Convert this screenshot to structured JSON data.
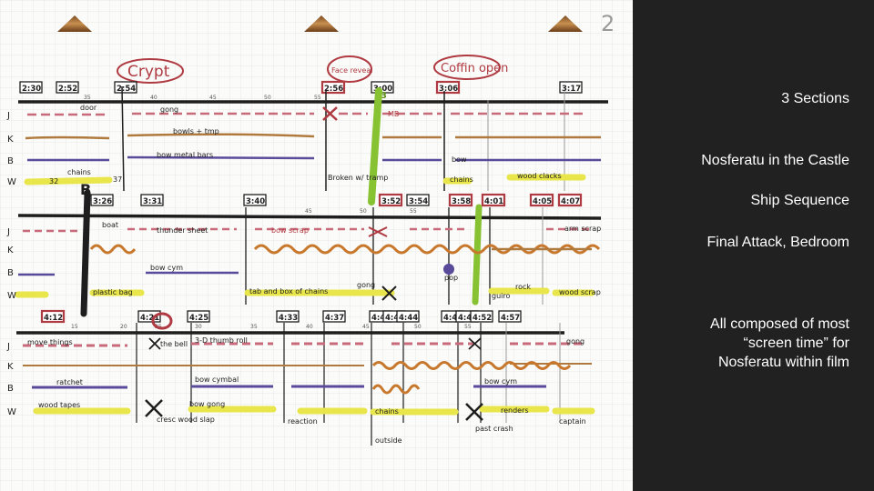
{
  "slide": {
    "page_mark": "2",
    "headings": {
      "crypt": "Crypt",
      "face_reveal": "Face reveal",
      "coffin_open": "Coffin open"
    },
    "row_letters": [
      "J",
      "K",
      "B",
      "W"
    ],
    "systems": [
      {
        "time_boxes": [
          "2:30",
          "2:52",
          "2:54",
          "2:56",
          "3:00",
          "3:06",
          "3:17"
        ],
        "section_marker": "3",
        "ruler_ticks": [
          "35",
          "40",
          "45",
          "50",
          "55"
        ],
        "labels": [
          "door",
          "gong",
          "bowls + tmp",
          "bow metal bars",
          "chains",
          "32",
          "37",
          "B",
          "MB",
          "bow",
          "chains",
          "wood clacks",
          "Broken w/ tramp"
        ]
      },
      {
        "time_boxes": [
          "3:26",
          "3:31",
          "3:40",
          "3:52",
          "3:54",
          "3:58",
          "4:01",
          "4:05",
          "4:07"
        ],
        "ruler_ticks": [
          "45",
          "50",
          "55"
        ],
        "labels": [
          "boat",
          "thunder sheet",
          "bow scrap",
          "arm scrap",
          "bow cym",
          "plastic bag",
          "tab and box of chains",
          "gong",
          "rock",
          "guiro",
          "wood scrap",
          "pop"
        ]
      },
      {
        "time_boxes": [
          "4:12",
          "4:21",
          "4:25",
          "4:33",
          "4:37",
          "4:43",
          "4:42",
          "4:44",
          "4:47",
          "4:48",
          "4:52",
          "4:57"
        ],
        "ruler_ticks": [
          "15",
          "20",
          "25",
          "30",
          "35",
          "40",
          "45",
          "50",
          "55"
        ],
        "labels": [
          "move things",
          "the bell",
          "3-D thumb roll",
          "ratchet",
          "bow cymbal",
          "bow cym",
          "wood tapes",
          "bow gong",
          "gong",
          "cresc wood slap",
          "reaction",
          "chains",
          "outside",
          "past crash",
          "renders",
          "captain"
        ]
      }
    ]
  },
  "panel": {
    "sections_title": "3 Sections",
    "scene_1": "Nosferatu in the Castle",
    "scene_2": "Ship Sequence",
    "scene_3": "Final Attack, Bedroom",
    "summary_line_1": "All composed of most",
    "summary_line_2": "“screen time” for",
    "summary_line_3": "Nosferatu within film"
  },
  "colors": {
    "panel_bg": "#212121",
    "paper": "#fbfbf9",
    "grid": "#e4e4e4",
    "ink": "#1e1e1e",
    "red": "#b03a42",
    "brown": "#b07a3e",
    "orange": "#c8782c",
    "purple": "#5a4a9a",
    "yellow": "#e8e64a",
    "green": "#86c232",
    "pink": "#c86a7a"
  },
  "icons": [
    "hole-punch-icon",
    "hole-punch-icon",
    "hole-punch-icon"
  ]
}
